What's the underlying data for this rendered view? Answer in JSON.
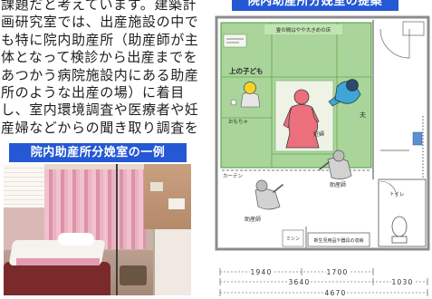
{
  "document": {
    "body_lines": [
      "課題だと考えています。建築計",
      "画研究室では、出産施設の中で",
      "も特に院内助産所（助産師が主",
      "体となって検診から出産までを",
      "あつかう病院施設内にある助産",
      "所のような出産の場）に着目",
      "し、室内環境調査や医療者や妊",
      "産婦などからの聞き取り調査を"
    ],
    "photo_caption": "院内助産所分娩室の一例",
    "plan_caption": "院内助産所分娩室の提案"
  },
  "floor_plan": {
    "labels": {
      "note_top": "畳の間はやや大きめの床",
      "older_child": "上の子ども",
      "toys": "おもちゃ",
      "husband": "夫",
      "pregnant_woman": "妊婦",
      "midwife_upper": "助産師",
      "curtain": "カーテン",
      "midwife_lower": "助産師",
      "machine": "ミシン",
      "storage": "新生児用品や器具の収納",
      "toilet": "トイレ"
    },
    "dimensions": {
      "segment_1": "1940",
      "segment_2": "1700",
      "subtotal": "3640",
      "segment_3": "1030",
      "total": "4670"
    }
  },
  "colors": {
    "caption_blue": "#2458d4",
    "tatami_green": "#a9d59a",
    "pregnant_woman": "#ec6f7d",
    "husband": "#3ea6d6",
    "child_head": "#f5d329",
    "staff": "#d2d2d2"
  }
}
